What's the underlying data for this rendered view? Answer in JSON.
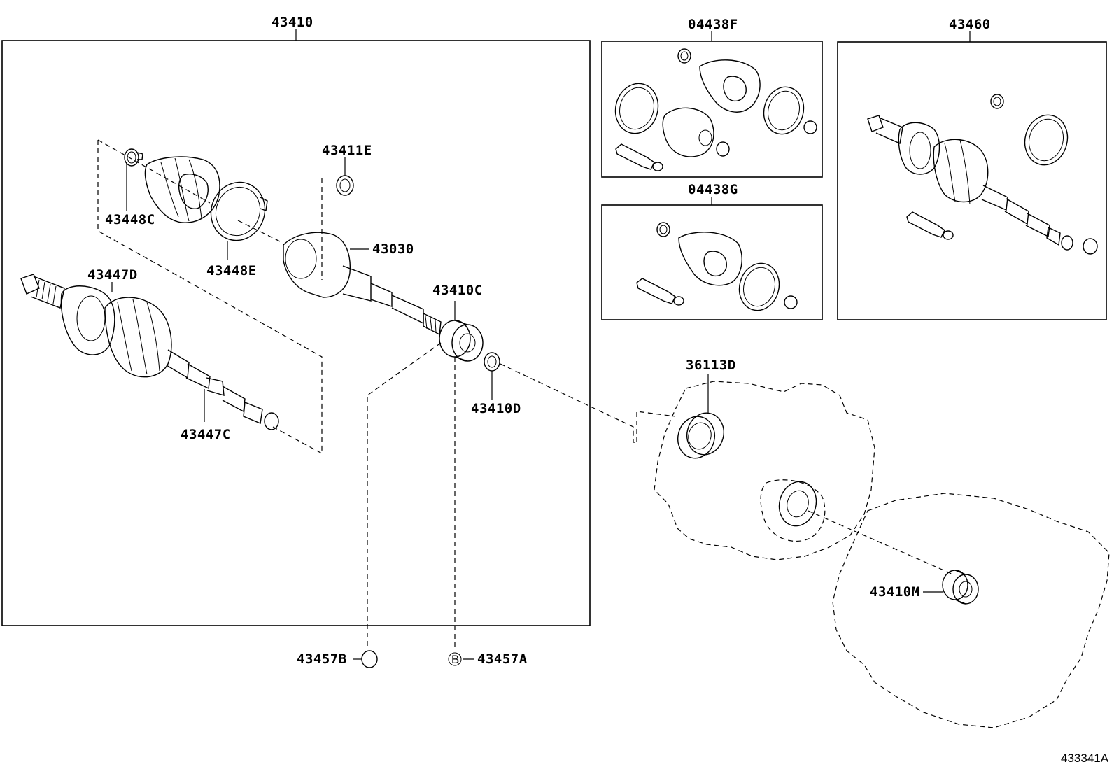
{
  "diagram": {
    "groups": {
      "main_shaft": "43410",
      "kit_f": "04438F",
      "kit_g": "04438G",
      "inner_shaft_assy": "43460"
    },
    "parts": {
      "p43411E": "43411E",
      "p43448C": "43448C",
      "p43448E": "43448E",
      "p43030": "43030",
      "p43447D": "43447D",
      "p43447C": "43447C",
      "p43410C": "43410C",
      "p43410D": "43410D",
      "p36113D": "36113D",
      "p43410M": "43410M",
      "p43457B": "43457B",
      "p43457A": "43457A",
      "b_mark": "B"
    },
    "figure_ref": "433341A"
  }
}
